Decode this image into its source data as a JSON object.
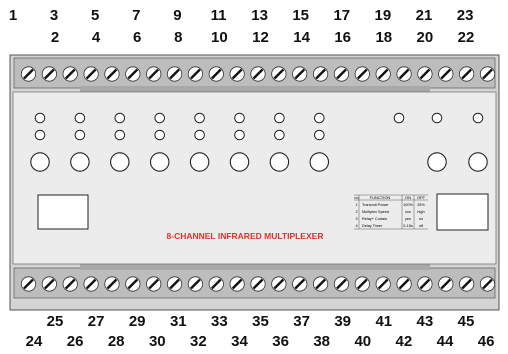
{
  "terminals": {
    "top_row1": [
      "1",
      "3",
      "5",
      "7",
      "9",
      "11",
      "13",
      "15",
      "17",
      "19",
      "21",
      "23"
    ],
    "top_row2": [
      "2",
      "4",
      "6",
      "8",
      "10",
      "12",
      "14",
      "16",
      "18",
      "20",
      "22"
    ],
    "bottom_row1": [
      "25",
      "27",
      "29",
      "31",
      "33",
      "35",
      "37",
      "39",
      "41",
      "43",
      "45"
    ],
    "bottom_row2": [
      "24",
      "26",
      "28",
      "30",
      "32",
      "34",
      "36",
      "38",
      "40",
      "42",
      "44",
      "46"
    ]
  },
  "panel_title": "8-CHANNEL INFRARED MULTIPLEXER",
  "switch_table": {
    "headers": [
      "no",
      "FUNCTION",
      "ON",
      "OFF"
    ],
    "rows": [
      [
        "1",
        "Transmit Power",
        "100%",
        "25%"
      ],
      [
        "2",
        "Multiplex Speed",
        "low",
        "high"
      ],
      [
        "3",
        "Relay+ Curtain",
        "yes",
        "no"
      ],
      [
        "4",
        "Delay Timer",
        "0-15s",
        "off"
      ]
    ]
  },
  "colors": {
    "terminal_strip": "#bdbdbd",
    "body": "#ececec",
    "title_red": "#e0322b"
  }
}
